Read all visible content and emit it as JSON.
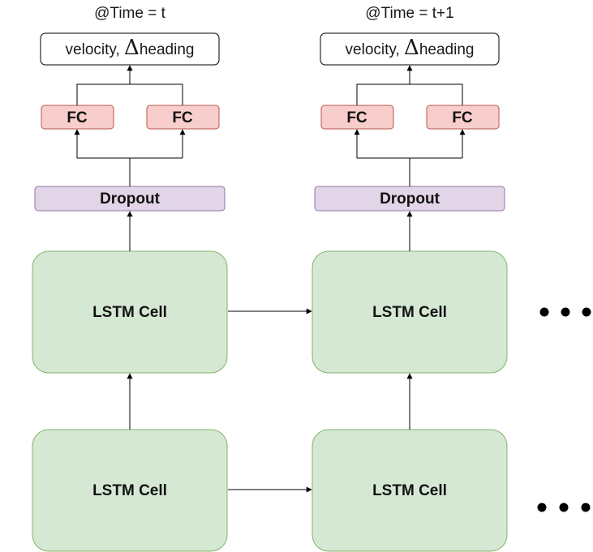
{
  "columns": [
    {
      "time_label": "@Time = t",
      "output_prefix": "velocity, ",
      "output_symbol": "Δ",
      "output_suffix": "heading",
      "fc_left": "FC",
      "fc_right": "FC",
      "dropout": "Dropout",
      "lstm_top": "LSTM Cell",
      "lstm_bottom": "LSTM Cell"
    },
    {
      "time_label": "@Time = t+1",
      "output_prefix": "velocity, ",
      "output_symbol": "Δ",
      "output_suffix": "heading",
      "fc_left": "FC",
      "fc_right": "FC",
      "dropout": "Dropout",
      "lstm_top": "LSTM Cell",
      "lstm_bottom": "LSTM Cell"
    }
  ],
  "continuation": {
    "top": "● ● ●",
    "bottom": "● ● ●"
  },
  "colors": {
    "fc_fill": "#f8cecc",
    "fc_stroke": "#b85450",
    "dropout_fill": "#e1d5e7",
    "dropout_stroke": "#9673a6",
    "lstm_fill": "#d5e8d4",
    "lstm_stroke": "#82b366",
    "output_stroke": "#000000"
  }
}
